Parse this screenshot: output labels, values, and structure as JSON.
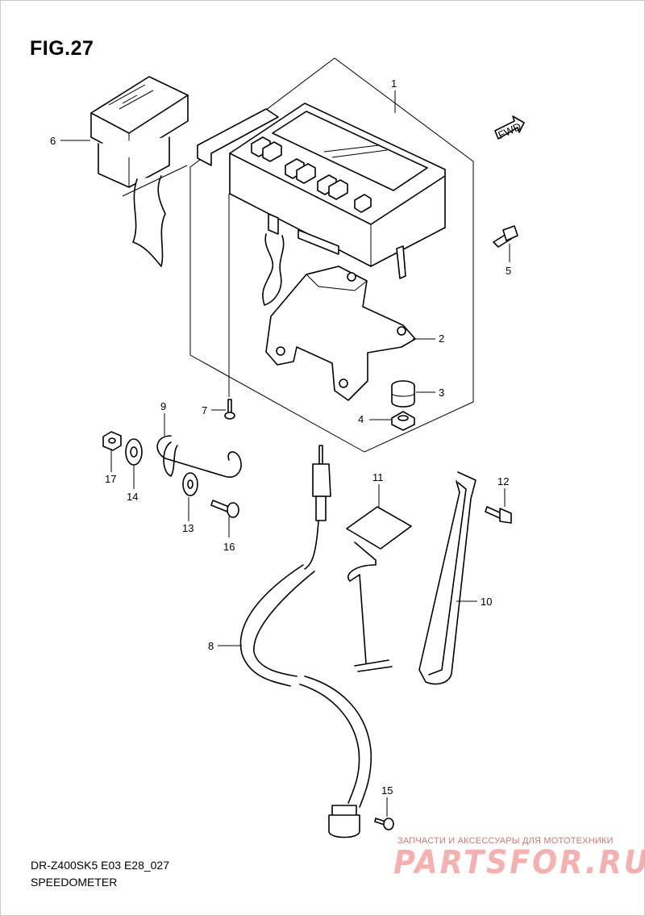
{
  "figure": {
    "title": "FIG.27",
    "model_code": "DR-Z400SK5 E03 E28_027",
    "part_name": "SPEEDOMETER",
    "fwd_label": "FWD"
  },
  "callouts": [
    "1",
    "2",
    "3",
    "4",
    "5",
    "6",
    "7",
    "8",
    "9",
    "10",
    "11",
    "12",
    "13",
    "14",
    "15",
    "16",
    "17"
  ],
  "watermark": {
    "tagline": "ЗАПЧАСТИ И АКСЕССУАРЫ ДЛЯ МОТОТЕХНИКИ",
    "logo": "PARTSFOR.RU",
    "color": "#f4a3a3"
  }
}
